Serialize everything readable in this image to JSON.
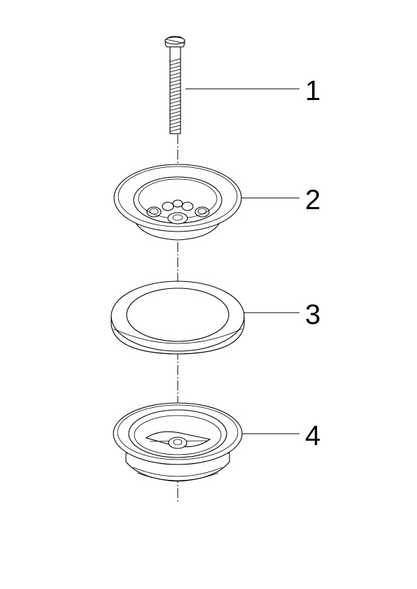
{
  "callouts": [
    {
      "id": "part-1",
      "label": "1"
    },
    {
      "id": "part-2",
      "label": "2"
    },
    {
      "id": "part-3",
      "label": "3"
    },
    {
      "id": "part-4",
      "label": "4"
    }
  ],
  "colors": {
    "line": "#000000",
    "background": "#ffffff"
  }
}
